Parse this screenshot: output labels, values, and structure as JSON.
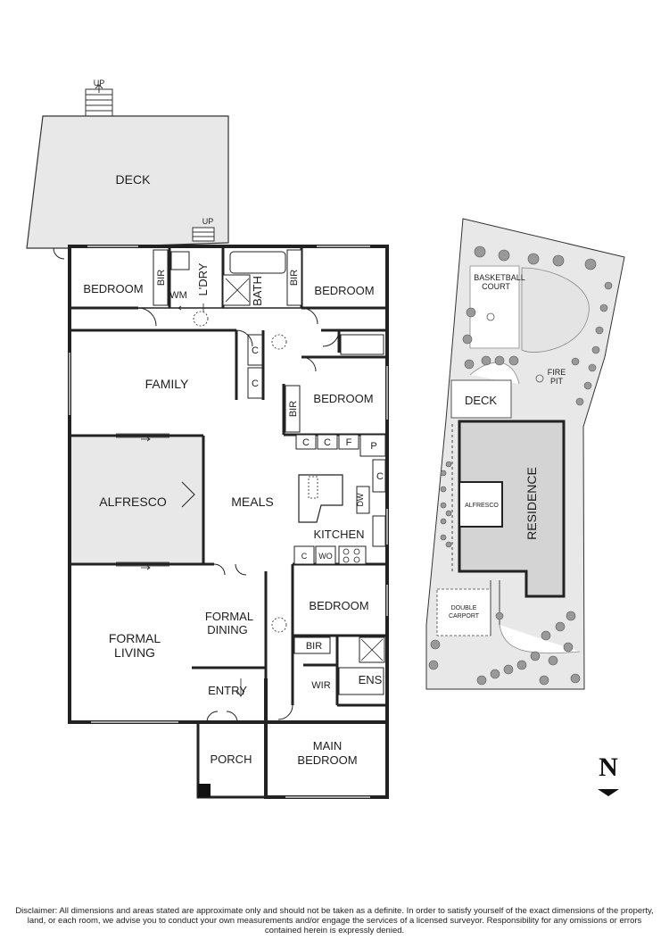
{
  "floorplan": {
    "rooms": {
      "deck": "DECK",
      "up_deck": "UP",
      "up_laundry": "UP",
      "bedroom_nw": "BEDROOM",
      "bir_nw": "BIR",
      "wm": "WM",
      "laundry": "L'DRY",
      "bath": "BATH",
      "bir_ne": "BIR",
      "bedroom_ne": "BEDROOM",
      "family": "FAMILY",
      "c1": "C",
      "c2": "C",
      "bir_mid": "BIR",
      "bedroom_mid": "BEDROOM",
      "c3": "C",
      "c4": "C",
      "f": "F",
      "p": "P",
      "c5": "C",
      "dw": "DW",
      "alfresco": "ALFRESCO",
      "meals": "MEALS",
      "kitchen": "KITCHEN",
      "c6": "C",
      "wo": "WO",
      "formal_dining_1": "FORMAL",
      "formal_dining_2": "DINING",
      "bedroom_se": "BEDROOM",
      "formal_living_1": "FORMAL",
      "formal_living_2": "LIVING",
      "bir_se": "BIR",
      "wir": "WIR",
      "ens": "ENS",
      "entry": "ENTRY",
      "porch": "PORCH",
      "main_bedroom_1": "MAIN",
      "main_bedroom_2": "BEDROOM"
    }
  },
  "siteplan": {
    "basketball_1": "BASKETBALL",
    "basketball_2": "COURT",
    "fire_1": "FIRE",
    "fire_2": "PIT",
    "deck": "DECK",
    "alfresco": "ALFRESCO",
    "residence": "RESIDENCE",
    "carport_1": "DOUBLE",
    "carport_2": "CARPORT"
  },
  "compass": {
    "label": "N"
  },
  "disclaimer": "Disclaimer: All dimensions and areas stated are approximate only and should not be taken as a definite. In order to satisfy yourself of the exact dimensions of the property, land, or each room, we advise you to conduct your own measurements and/or engage the services of a licensed surveyor. Responsibility for any omissions or errors contained herein is expressly denied.",
  "colors": {
    "wall": "#222222",
    "outdoor_fill": "#e8e8e8",
    "residence_fill": "#d4d4d4",
    "tree": "#888888"
  }
}
